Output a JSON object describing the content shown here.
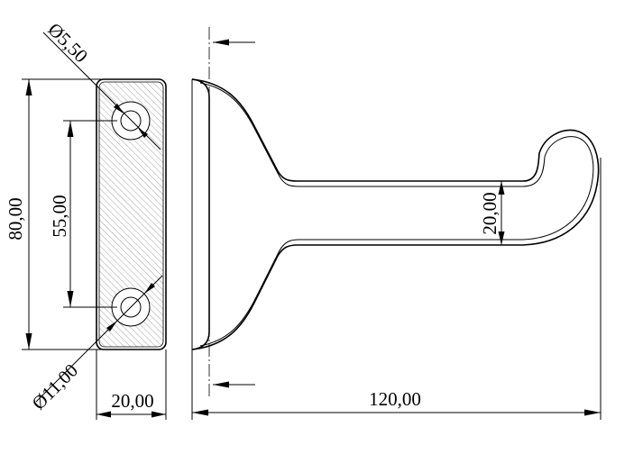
{
  "dimensions": {
    "hole_diameter": "Ø5,50",
    "counterbore_diameter": "Ø11,00",
    "overall_height": "80,00",
    "hole_spacing": "55,00",
    "plate_width": "20,00",
    "hook_thickness": "20,00",
    "overall_length": "120,00"
  },
  "colors": {
    "line": "#000000",
    "hatch": "#8a8a8a",
    "background": "#ffffff"
  }
}
